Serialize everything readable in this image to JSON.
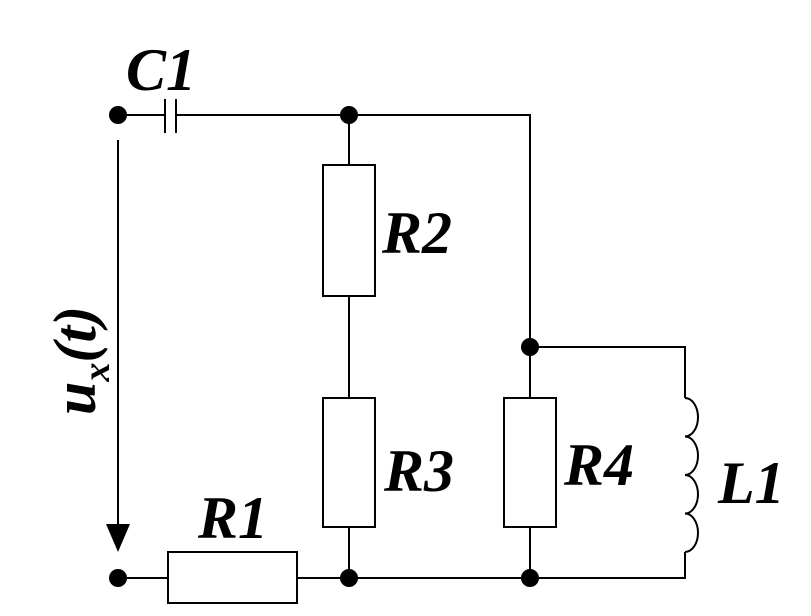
{
  "diagram": {
    "type": "electrical-circuit",
    "components": {
      "c1": {
        "label": "C1",
        "kind": "capacitor"
      },
      "r1": {
        "label": "R1",
        "kind": "resistor"
      },
      "r2": {
        "label": "R2",
        "kind": "resistor"
      },
      "r3": {
        "label": "R3",
        "kind": "resistor"
      },
      "r4": {
        "label": "R4",
        "kind": "resistor"
      },
      "l1": {
        "label": "L1",
        "kind": "inductor"
      }
    },
    "source": {
      "symbol": "u",
      "subscript": "x",
      "argument": "(t)",
      "kind": "voltage-arrow"
    }
  }
}
